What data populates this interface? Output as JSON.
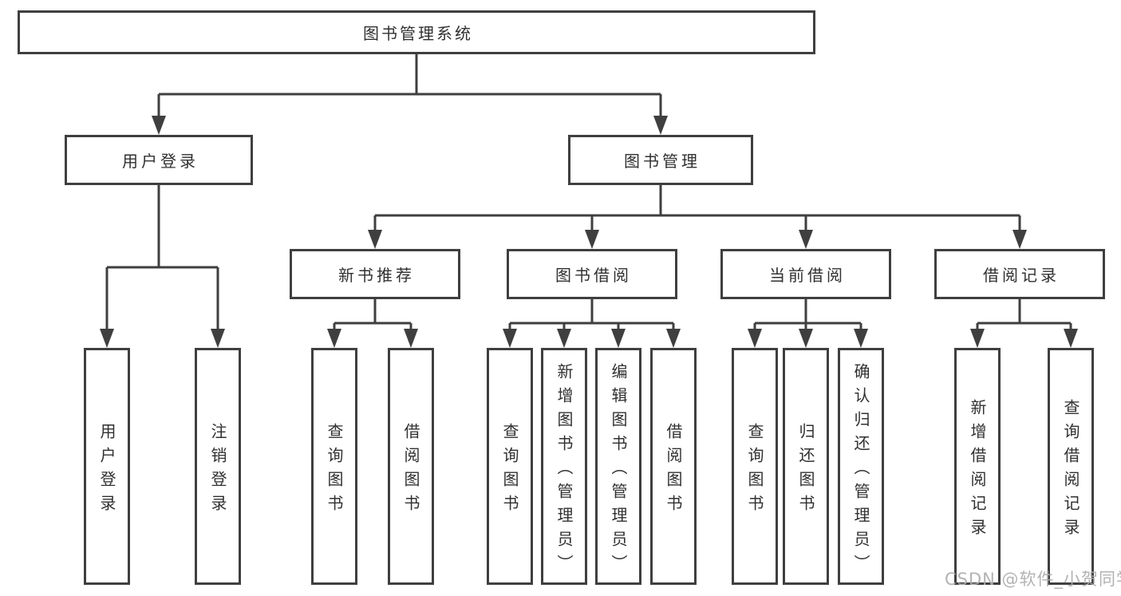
{
  "diagram": {
    "tree": {
      "root": {
        "label": "图书管理系统"
      },
      "branches": [
        {
          "label": "用户登录",
          "children": [
            {
              "label": "用户登录"
            },
            {
              "label": "注销登录"
            }
          ]
        },
        {
          "label": "图书管理",
          "children": [
            {
              "label": "新书推荐",
              "children": [
                {
                  "label": "查询图书"
                },
                {
                  "label": "借阅图书"
                }
              ]
            },
            {
              "label": "图书借阅",
              "children": [
                {
                  "label": "查询图书"
                },
                {
                  "label": "新增图书（管理员）"
                },
                {
                  "label": "编辑图书（管理员）"
                },
                {
                  "label": "借阅图书"
                }
              ]
            },
            {
              "label": "当前借阅",
              "children": [
                {
                  "label": "查询图书"
                },
                {
                  "label": "归还图书"
                },
                {
                  "label": "确认归还（管理员）"
                }
              ]
            },
            {
              "label": "借阅记录",
              "children": [
                {
                  "label": "新增借阅记录"
                },
                {
                  "label": "查询借阅记录"
                }
              ]
            }
          ]
        }
      ]
    },
    "watermark": {
      "text": "CSDN @软件_小贺同学"
    },
    "colors": {
      "line": "#3f3f3f",
      "text": "#303030",
      "background": "#ffffff",
      "watermark": "#adadad"
    }
  }
}
